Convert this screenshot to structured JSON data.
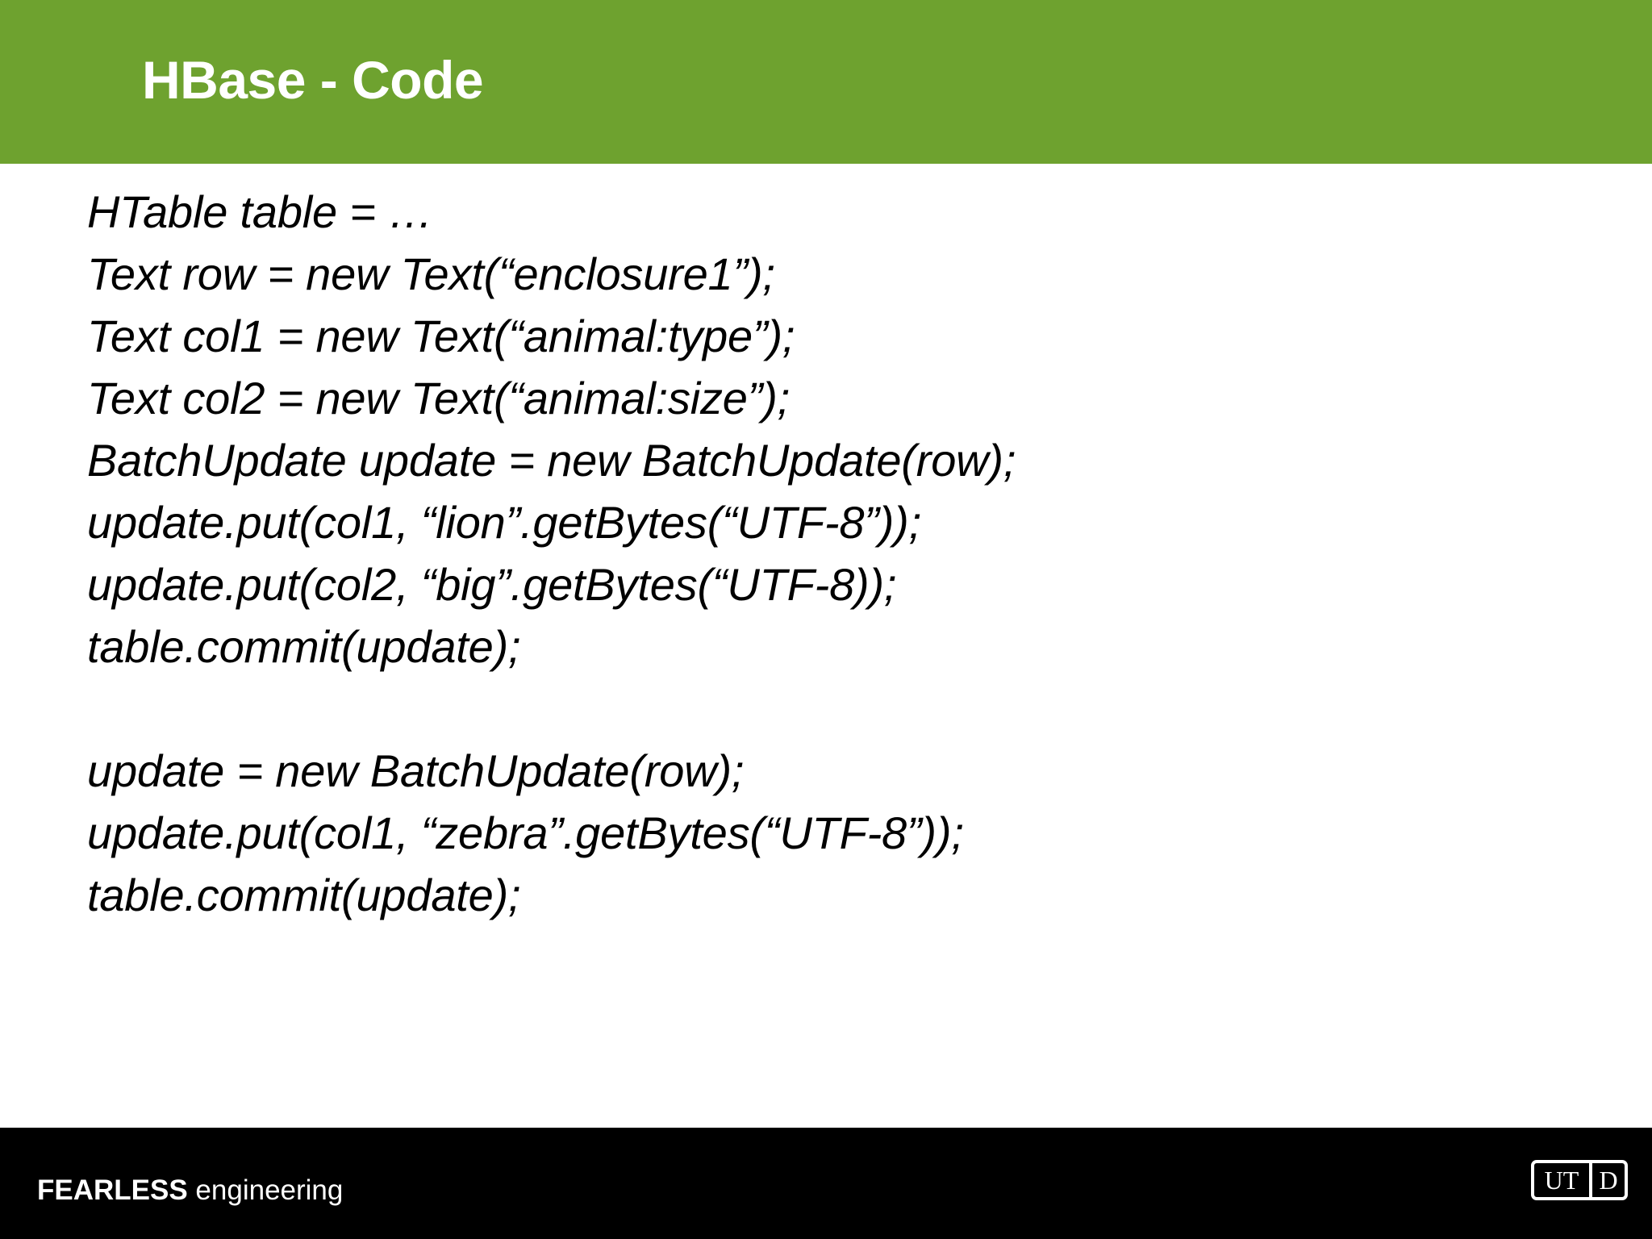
{
  "slide": {
    "title": "HBase - Code",
    "header_color": "#6EA22F",
    "footer_color": "#000000",
    "text_color": "#000000"
  },
  "code": {
    "lines": [
      "HTable table = …",
      "Text row = new Text(“enclosure1”);",
      "Text col1 = new Text(“animal:type”);",
      "Text col2 = new Text(“animal:size”);",
      "BatchUpdate update = new BatchUpdate(row);",
      "update.put(col1, “lion”.getBytes(“UTF-8”));",
      "update.put(col2, “big”.getBytes(“UTF-8));",
      "table.commit(update);",
      "",
      "update = new BatchUpdate(row);",
      "update.put(col1, “zebra”.getBytes(“UTF-8”));",
      "table.commit(update);"
    ]
  },
  "footer": {
    "brand_bold": "FEARLESS",
    "brand_regular": " engineering",
    "logo": {
      "left_text": "UT",
      "right_text": "D"
    }
  }
}
